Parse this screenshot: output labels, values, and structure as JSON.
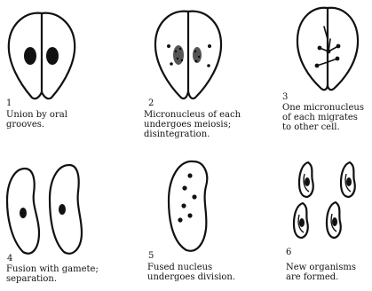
{
  "steps": [
    {
      "number": "1",
      "caption": "Union by oral\ngrooves."
    },
    {
      "number": "2",
      "caption": "Micronucleus of each\nundergoes meiosis;\ndisintegration."
    },
    {
      "number": "3",
      "caption": "One micronucleus\nof each migrates\nto other cell."
    },
    {
      "number": "4",
      "caption": "Fusion with gamete;\nseparation."
    },
    {
      "number": "5",
      "caption": "Fused nucleus\nundergoes division."
    },
    {
      "number": "6",
      "caption": "New organisms\nare formed."
    }
  ]
}
